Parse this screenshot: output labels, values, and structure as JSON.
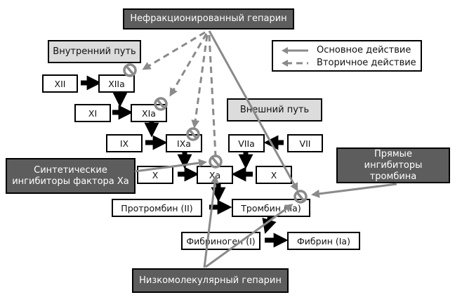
{
  "title_box": {
    "label": "Нефракционированный гепарин"
  },
  "pathways": {
    "intrinsic": "Внутренний путь",
    "extrinsic": "Внешний путь"
  },
  "legend": {
    "primary": "Основное действие",
    "secondary": "Вторичное действие"
  },
  "factors": {
    "xii": "XII",
    "xiia": "XIIa",
    "xi": "XI",
    "xia": "XIa",
    "ix": "IX",
    "ixa": "IXa",
    "viia": "VIIa",
    "vii": "VII",
    "x_left": "X",
    "xa": "Xa",
    "x_right": "X",
    "prothrombin": "Протромбин (II)",
    "thrombin": "Тромбин (IIa)",
    "fibrinogen": "Фибриноген (I)",
    "fibrin": "Фибрин (Ia)"
  },
  "inhibitors": {
    "synthetic_xa": "Синтетические ингибиторы фактора Ха",
    "direct_thrombin": "Прямые ингибиторы тромбина",
    "lmwh": "Низкомолекулярный гепарин"
  },
  "colors": {
    "inhibitor_box": "#5d5d5d",
    "pathway_box": "#dcdcdc",
    "action_line": "#8a8a8a",
    "cascade_arrow": "#000000"
  }
}
